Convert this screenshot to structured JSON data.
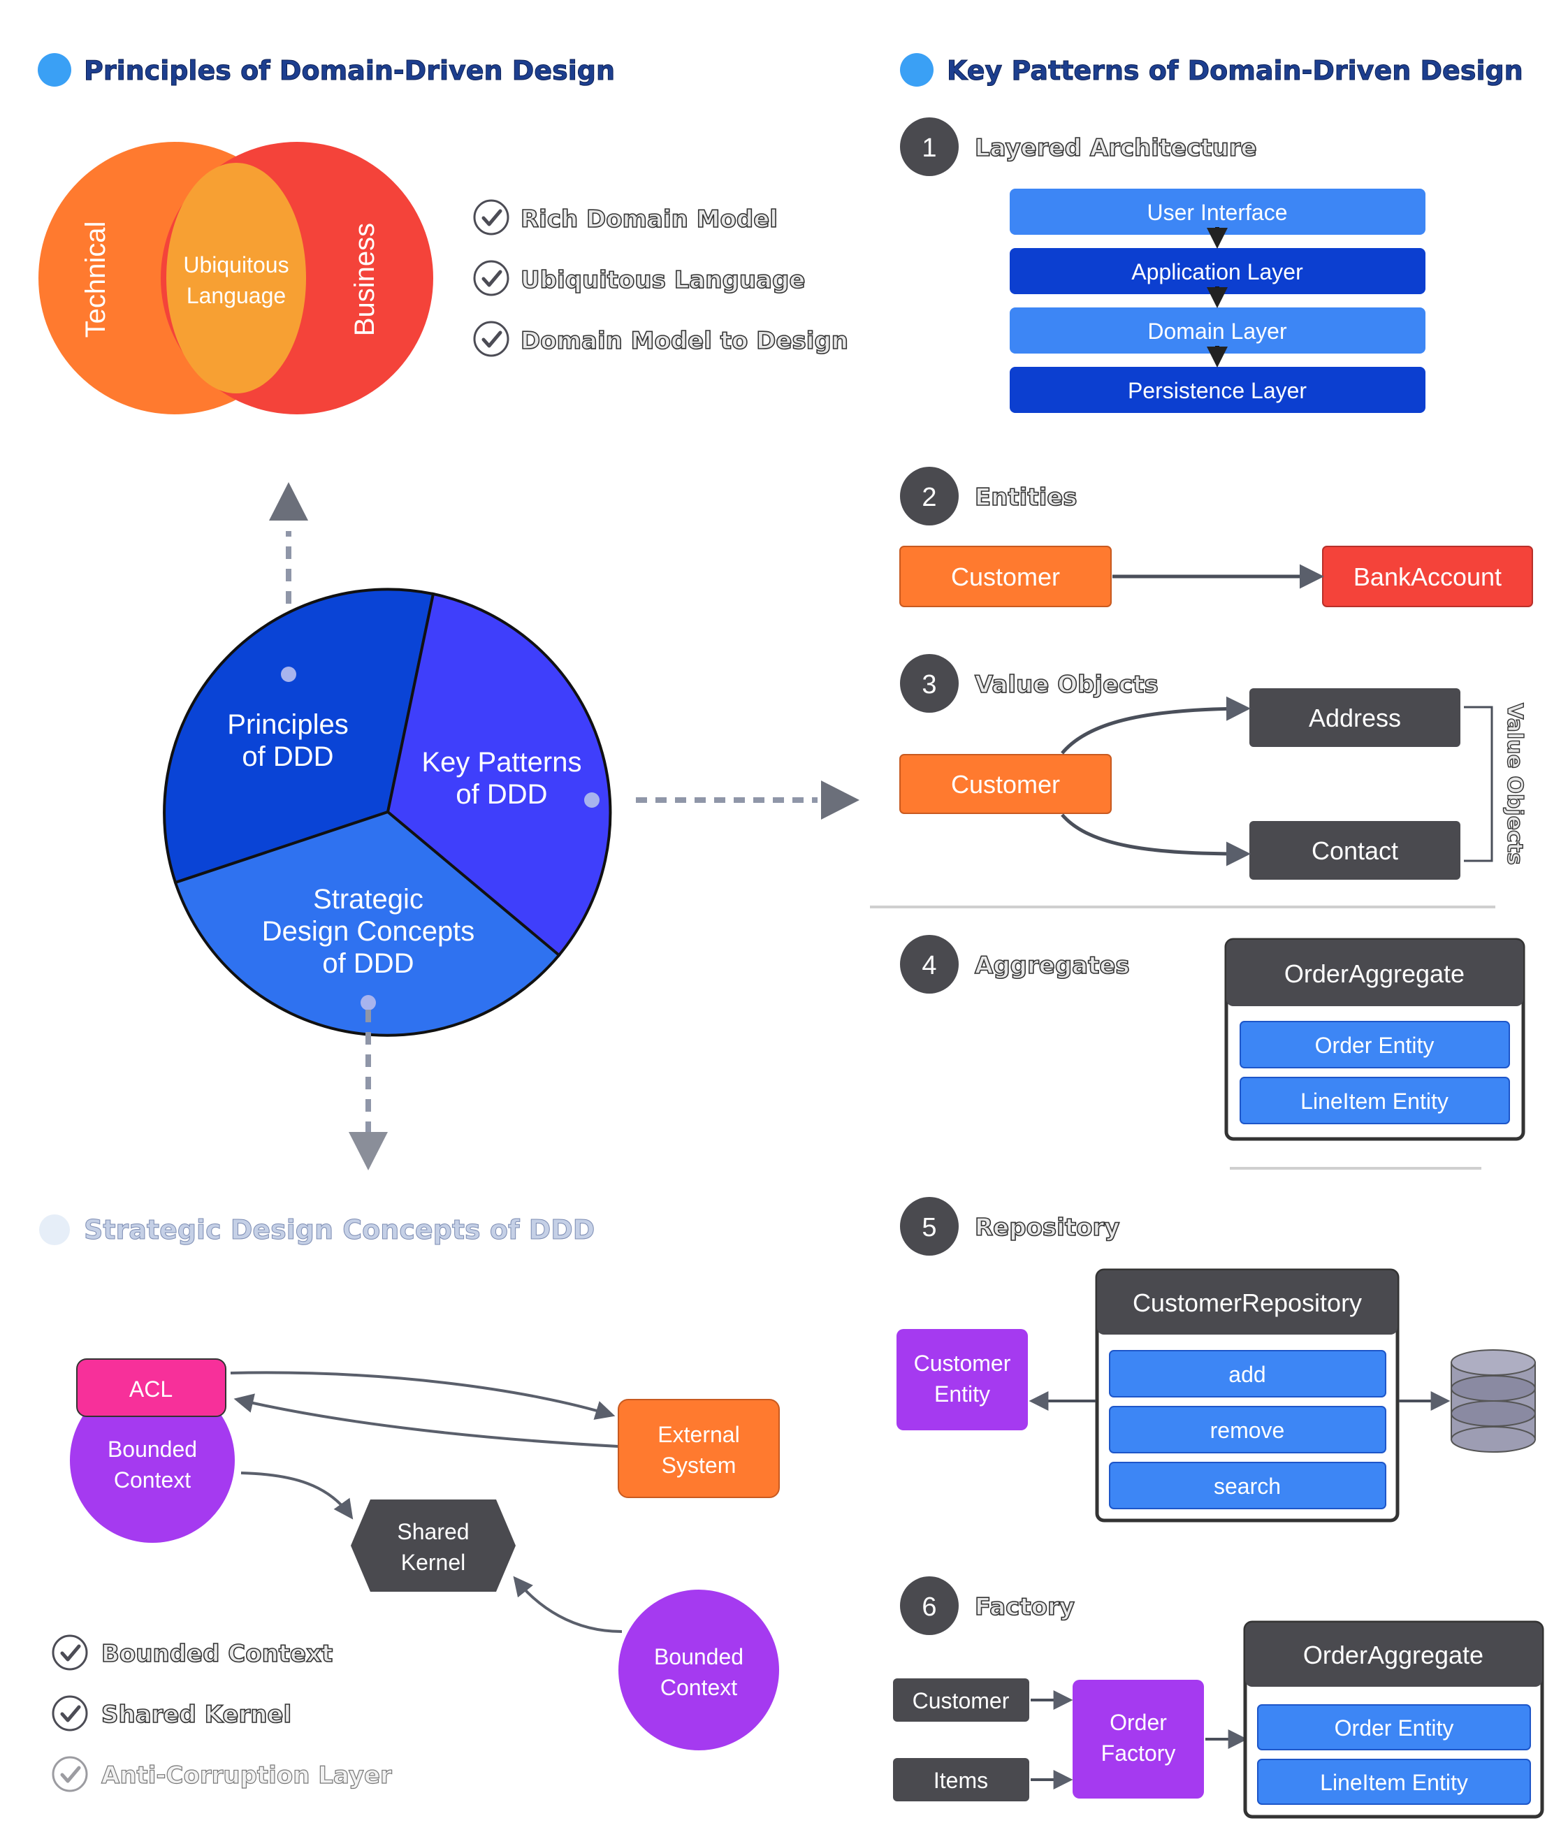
{
  "colors": {
    "orange": "#FF7A2F",
    "red": "#F4433A",
    "amber": "#F7A033",
    "blue_light": "#3D86F5",
    "blue_dark": "#0C3FD0",
    "blue_pie_a": "#0A44D6",
    "blue_pie_b": "#3F3FFB",
    "blue_pie_c": "#2F72F0",
    "gray_dark": "#4A4A4F",
    "purple": "#A53AF0",
    "pink": "#F7309A",
    "db_gray": "#9D9DB3",
    "bullet_blue": "#3AA0F5",
    "title_blue": "#1D3F8F"
  },
  "principles": {
    "title": "Principles of Domain-Driven Design",
    "venn": {
      "left": "Technical",
      "right": "Business",
      "center_line1": "Ubiquitous",
      "center_line2": "Language"
    },
    "checklist": [
      "Rich Domain Model",
      "Ubiquitous Language",
      "Domain Model to Design"
    ]
  },
  "pie": {
    "principles_line1": "Principles",
    "principles_line2": "of DDD",
    "patterns_line1": "Key Patterns",
    "patterns_line2": "of DDD",
    "strategic_line1": "Strategic",
    "strategic_line2": "Design Concepts",
    "strategic_line3": "of DDD"
  },
  "strategic": {
    "title": "Strategic Design Concepts of DDD",
    "acl": "ACL",
    "bc1_line1": "Bounded",
    "bc1_line2": "Context",
    "external_line1": "External",
    "external_line2": "System",
    "shared_line1": "Shared",
    "shared_line2": "Kernel",
    "bc2_line1": "Bounded",
    "bc2_line2": "Context",
    "checklist": [
      "Bounded Context",
      "Shared Kernel",
      "Anti-Corruption Layer"
    ]
  },
  "patterns": {
    "title": "Key Patterns of Domain-Driven Design",
    "layered": {
      "number": "1",
      "label": "Layered Architecture",
      "layers": [
        "User Interface",
        "Application Layer",
        "Domain Layer",
        "Persistence Layer"
      ]
    },
    "entities": {
      "number": "2",
      "label": "Entities",
      "from": "Customer",
      "to": "BankAccount"
    },
    "value_objects": {
      "number": "3",
      "label": "Value Objects",
      "source": "Customer",
      "address": "Address",
      "contact": "Contact",
      "bracket_label": "Value Objects"
    },
    "aggregates": {
      "number": "4",
      "label": "Aggregates",
      "root": "OrderAggregate",
      "items": [
        "Order Entity",
        "LineItem Entity"
      ]
    },
    "repository": {
      "number": "5",
      "label": "Repository",
      "entity_line1": "Customer",
      "entity_line2": "Entity",
      "repo": "CustomerRepository",
      "methods": [
        "add",
        "remove",
        "search"
      ]
    },
    "factory": {
      "number": "6",
      "label": "Factory",
      "inputs": [
        "Customer",
        "Items"
      ],
      "factory_line1": "Order",
      "factory_line2": "Factory",
      "root": "OrderAggregate",
      "items": [
        "Order Entity",
        "LineItem Entity"
      ]
    }
  }
}
